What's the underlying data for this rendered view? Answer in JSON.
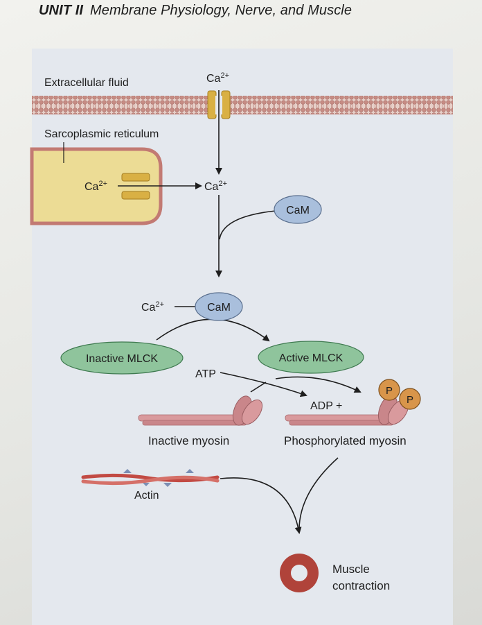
{
  "header": {
    "unit": "UNIT II",
    "title": "Membrane Physiology, Nerve, and Muscle"
  },
  "figure": {
    "labels": {
      "extracellular": "Extracellular fluid",
      "ca_in": "Ca",
      "ca_sup": "2+",
      "sarcoplasmic": "Sarcoplasmic reticulum",
      "ca_sr": "Ca",
      "ca_sr_sup": "2+",
      "ca_mid": "Ca",
      "ca_mid_sup": "2+",
      "cam1": "CaM",
      "ca_bind": "Ca",
      "ca_bind_sup": "2+",
      "cam2": "CaM",
      "inactive_mlck": "Inactive MLCK",
      "active_mlck": "Active MLCK",
      "atp": "ATP",
      "adp": "ADP +",
      "p1": "P",
      "p2": "P",
      "inactive_myosin": "Inactive myosin",
      "phos_myosin": "Phosphorylated myosin",
      "actin": "Actin",
      "muscle1": "Muscle",
      "muscle2": "contraction"
    },
    "colors": {
      "shaded_panel": "#e4e8ee",
      "membrane": "#c08a82",
      "channel": "#d9b044",
      "cam": "#a9bfdc",
      "mlck": "#8fc49c",
      "myosin": "#c9868a",
      "phosphate": "#d8954a",
      "contraction_ring": "#b0433a"
    }
  }
}
